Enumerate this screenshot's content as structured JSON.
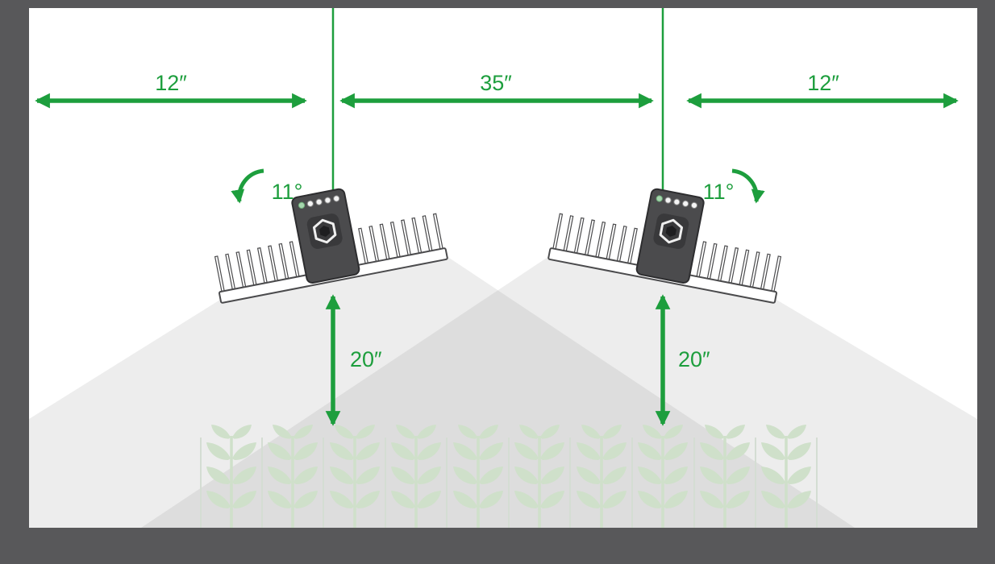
{
  "colors": {
    "accent_green": "#1d9e3d",
    "frame_gray": "#58585a",
    "fixture_dark": "#4b4b4d",
    "plant_green": "#cfe0ca",
    "cone_gray": "#6b6b6b"
  },
  "annotations": {
    "spacing_left": "12″",
    "spacing_center": "35″",
    "spacing_right": "12″",
    "tilt_left": "11°",
    "tilt_right": "11°",
    "height_left": "20″",
    "height_right": "20″"
  }
}
